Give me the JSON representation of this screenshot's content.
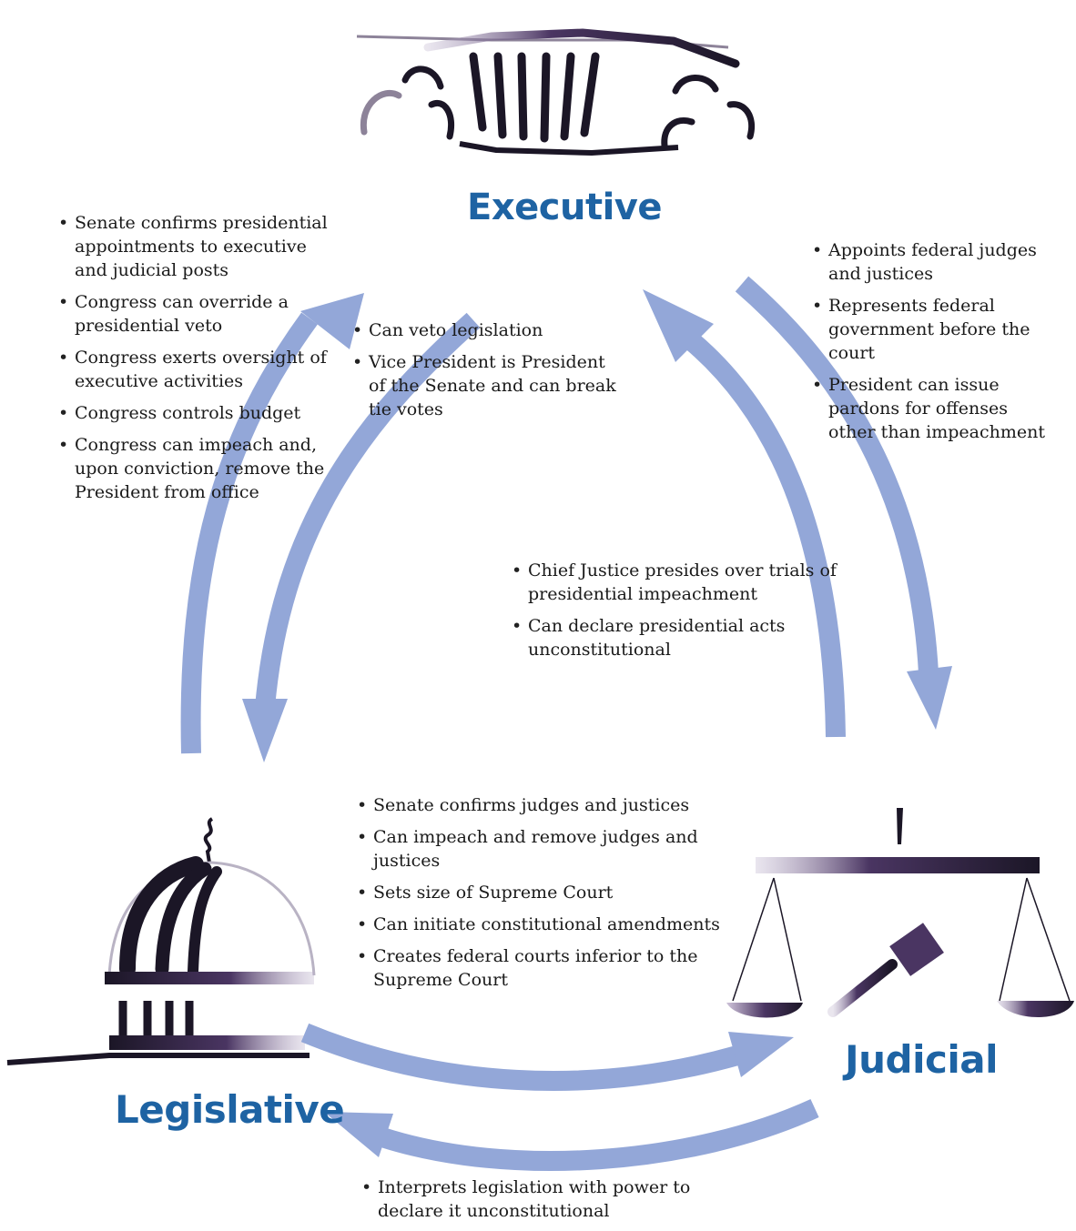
{
  "branches": {
    "executive": "Executive",
    "legislative": "Legislative",
    "judicial": "Judicial"
  },
  "colors": {
    "title": "#1e63a3",
    "arrow": "#93a7d8",
    "icon_dark": "#1b1626",
    "icon_accent": "#6a4f86"
  },
  "checks": {
    "legislative_on_executive": [
      "Senate confirms presidential appointments to executive and judicial posts",
      "Congress can override a presidential veto",
      "Congress exerts oversight of executive activities",
      "Congress controls budget",
      "Congress can impeach and, upon conviction, remove the President from office"
    ],
    "executive_on_legislative": [
      "Can veto legislation",
      "Vice President is President of the Senate and can break tie votes"
    ],
    "executive_on_judicial": [
      "Appoints federal judges and justices",
      "Represents federal government before the court",
      "President can issue pardons for offenses other than impeachment"
    ],
    "judicial_on_executive": [
      "Chief Justice presides over trials of presidential impeachment",
      "Can declare presidential acts unconstitutional"
    ],
    "legislative_on_judicial": [
      "Senate confirms judges and justices",
      "Can impeach and remove judges and justices",
      "Sets size of Supreme Court",
      "Can initiate constitutional amendments",
      "Creates federal courts inferior to the Supreme Court"
    ],
    "judicial_on_legislative": [
      "Interprets legislation with power to declare it unconstitutional"
    ]
  }
}
